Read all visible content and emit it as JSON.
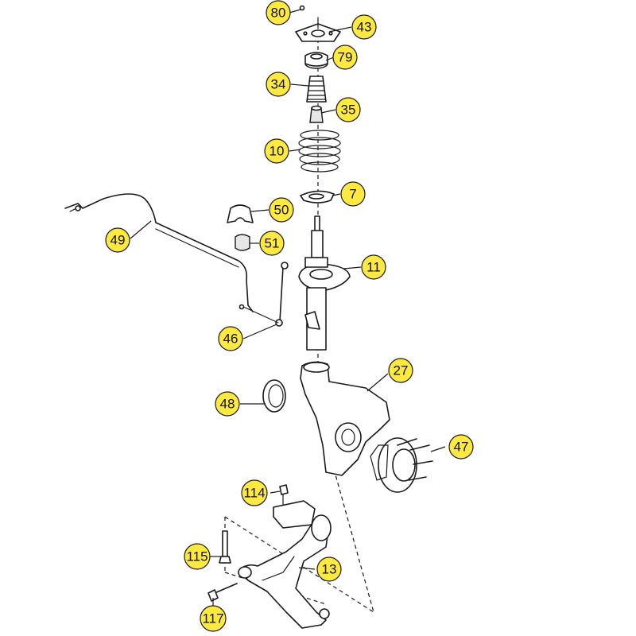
{
  "colors": {
    "callout_fill": "#fde93f",
    "line": "#1a1a1a",
    "background": "#ffffff"
  },
  "callouts": [
    {
      "id": "80",
      "label": "80"
    },
    {
      "id": "43",
      "label": "43"
    },
    {
      "id": "79",
      "label": "79"
    },
    {
      "id": "34",
      "label": "34"
    },
    {
      "id": "35",
      "label": "35"
    },
    {
      "id": "10",
      "label": "10"
    },
    {
      "id": "7",
      "label": "7"
    },
    {
      "id": "50",
      "label": "50"
    },
    {
      "id": "49",
      "label": "49"
    },
    {
      "id": "51",
      "label": "51"
    },
    {
      "id": "11",
      "label": "11"
    },
    {
      "id": "46",
      "label": "46"
    },
    {
      "id": "27",
      "label": "27"
    },
    {
      "id": "48",
      "label": "48"
    },
    {
      "id": "47",
      "label": "47"
    },
    {
      "id": "114",
      "label": "114"
    },
    {
      "id": "115",
      "label": "115"
    },
    {
      "id": "13",
      "label": "13"
    },
    {
      "id": "117",
      "label": "117"
    }
  ]
}
